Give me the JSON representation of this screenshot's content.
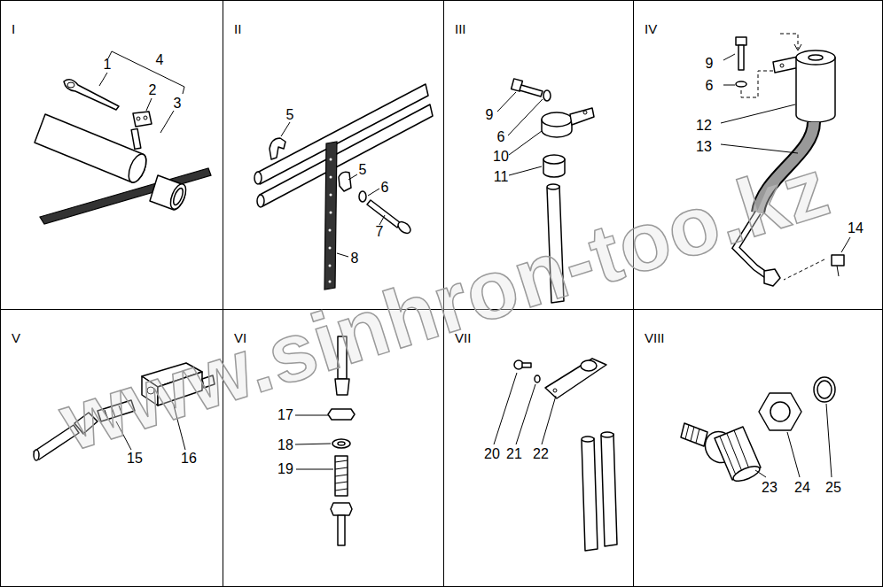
{
  "diagram": {
    "nodes": [
      {
        "text": [
          "I"
        ]
      },
      {
        "text": [
          "II"
        ]
      },
      {
        "text": [
          "III"
        ]
      },
      {
        "text": [
          "IV"
        ]
      },
      {
        "text": [
          "V"
        ]
      },
      {
        "text": [
          "VI"
        ]
      },
      {
        "text": [
          "VII"
        ]
      },
      {
        "text": [
          "VIII"
        ]
      }
    ],
    "labels": [
      "1",
      "4",
      "2",
      "3",
      "5",
      "5",
      "6",
      "7",
      "8",
      "9",
      "6",
      "10",
      "11",
      "9",
      "6",
      "12",
      "13",
      "14",
      "15",
      "16",
      "17",
      "18",
      "19",
      "20",
      "21",
      "22",
      "23",
      "24",
      "25",
      "www.sinhron-too.kz"
    ]
  }
}
